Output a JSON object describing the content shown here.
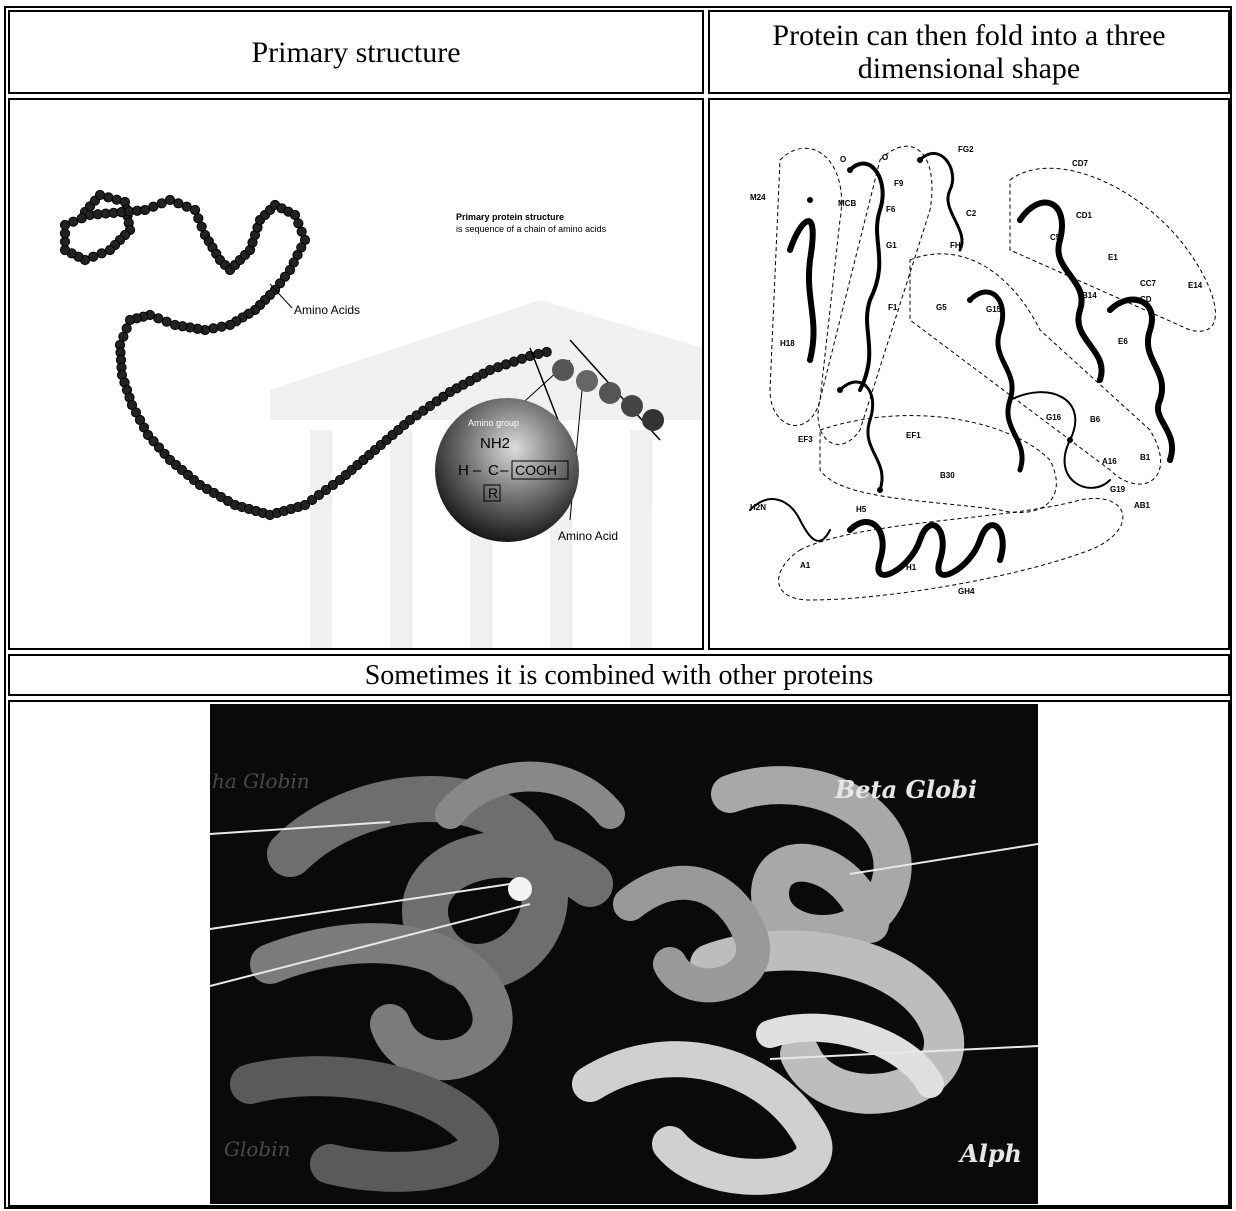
{
  "table": {
    "header_left": "Primary structure",
    "header_right": "Protein can then fold into a three dimensional shape",
    "row_caption": "Sometimes it is combined with other proteins"
  },
  "primary_diagram": {
    "chain_label": "Amino Acids",
    "description_line1": "Primary protein structure",
    "description_line2": "is sequence of a chain of amino acids",
    "group_label": "Amino group",
    "formula_nh2": "NH2",
    "formula_h": "H",
    "formula_c": "C",
    "formula_cooh": "COOH",
    "formula_r": "R",
    "single_label": "Amino Acid"
  },
  "fold_diagram": {
    "residue_labels": [
      "M24",
      "MCB",
      "O",
      "O",
      "F9",
      "F6",
      "FG2",
      "CD7",
      "CD1",
      "C2",
      "C5",
      "FH",
      "CC7",
      "G1",
      "G5",
      "E14",
      "E1",
      "F1",
      "CD",
      "H18",
      "G15",
      "B14",
      "E6",
      "EF3",
      "EF1",
      "B30",
      "G16",
      "B6",
      "B1",
      "A16",
      "G19",
      "AB1",
      "H5",
      "H2N",
      "H1",
      "A1",
      "GH4"
    ]
  },
  "complex_image": {
    "label_beta": "Beta Globi",
    "label_alpha": "Alph",
    "label_partial_top": "ha Globin",
    "label_partial_bottom": "Globin"
  },
  "colors": {
    "border": "#000000",
    "background": "#ffffff",
    "photo_bg": "#0a0a0a",
    "ribbon": "#d8d8d8"
  }
}
